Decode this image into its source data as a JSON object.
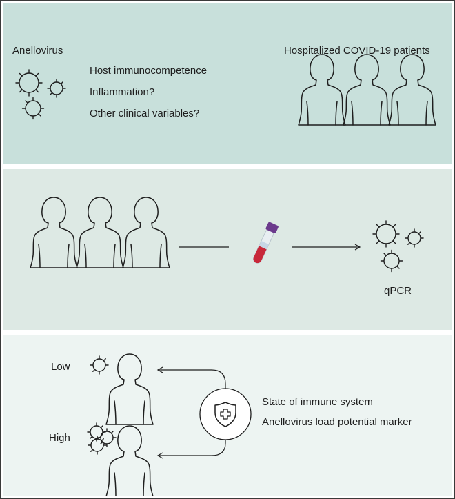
{
  "panel_top": {
    "virus_label": "Anellovirus",
    "factors": [
      "Host immunocompetence",
      "Inflammation?",
      "Other clinical variables?"
    ],
    "patients_label": "Hospitalized COVID-19 patients"
  },
  "panel_middle": {
    "method_label": "qPCR"
  },
  "panel_bottom": {
    "low_label": "Low",
    "high_label": "High",
    "outcomes": [
      "State of immune system",
      "Anellovirus load potential marker"
    ]
  },
  "colors": {
    "panel_top_bg": "#c8e0db",
    "panel_middle_bg": "#dde9e4",
    "panel_bottom_bg": "#edf4f2",
    "tube_cap": "#6b3a8c",
    "tube_blood": "#c8283a"
  },
  "icons": [
    "virus-icon",
    "person-icon",
    "blood-tube-icon",
    "shield-cross-icon",
    "arrow-icon"
  ]
}
